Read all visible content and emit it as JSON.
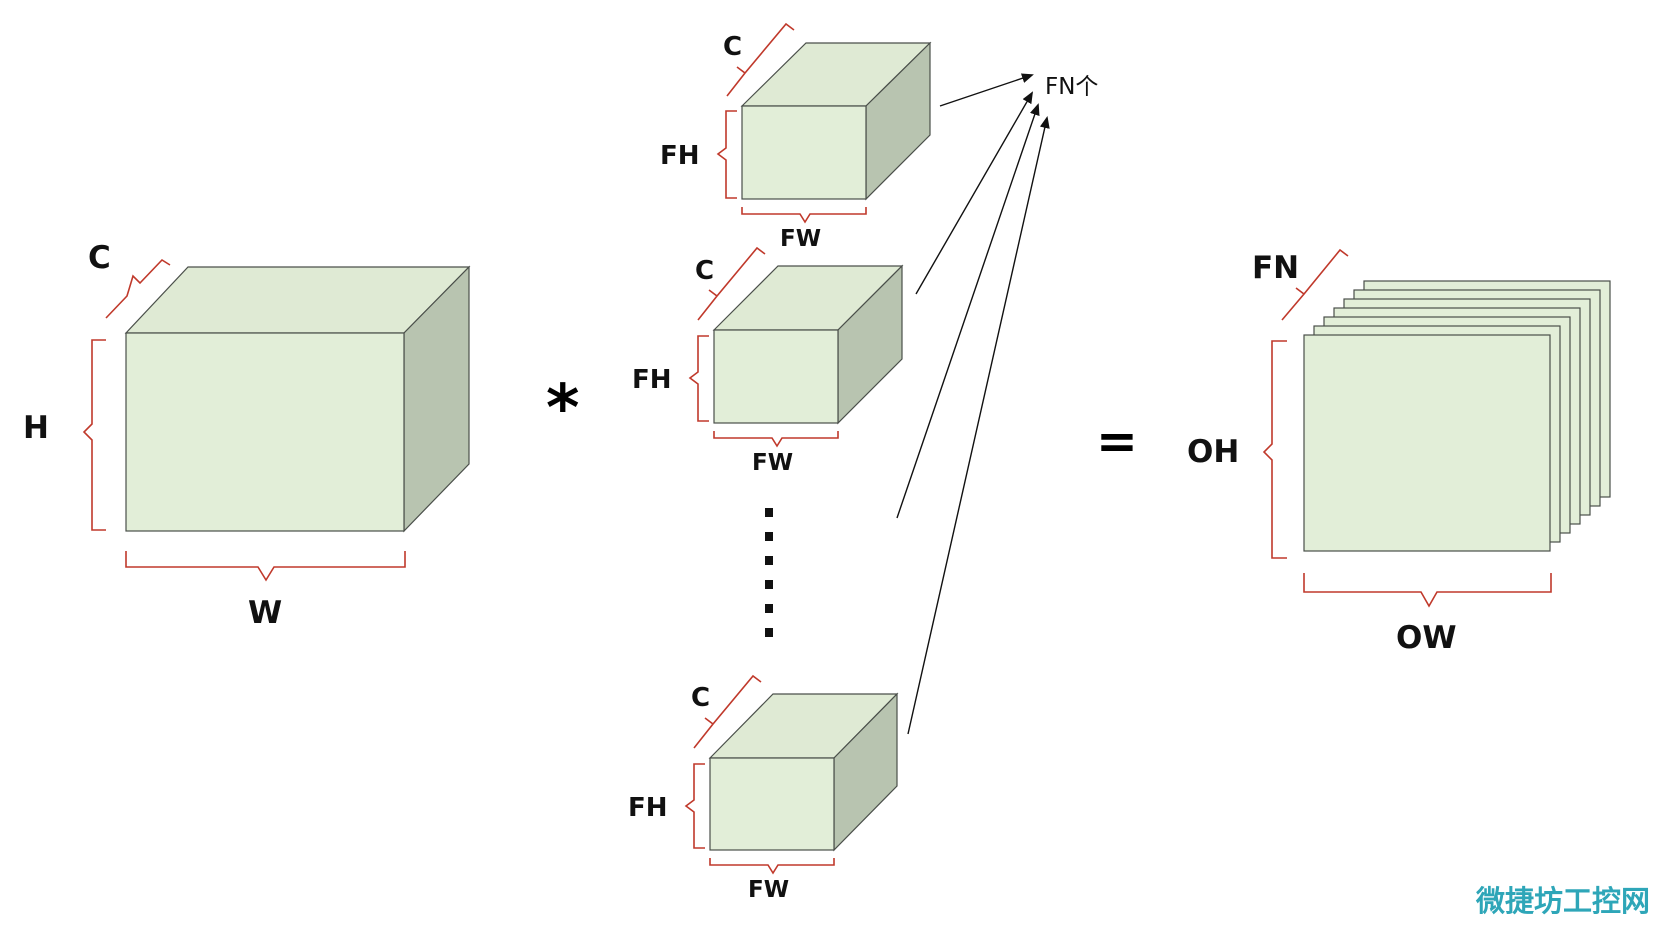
{
  "colors": {
    "front": "#e2eed8",
    "top": "#dfead4",
    "side": "#b8c4b0",
    "brace": "#c0392b",
    "arrow": "#111111",
    "watermark": "#2ea6b8"
  },
  "input": {
    "c_label": "C",
    "h_label": "H",
    "w_label": "W"
  },
  "operator_conv": "*",
  "filters": [
    {
      "c_label": "C",
      "fh_label": "FH",
      "fw_label": "FW"
    },
    {
      "c_label": "C",
      "fh_label": "FH",
      "fw_label": "FW"
    },
    {
      "c_label": "C",
      "fh_label": "FH",
      "fw_label": "FW"
    }
  ],
  "ellipsis_dots": 6,
  "fn_count_label": "FN个",
  "operator_equals": "=",
  "output": {
    "fn_label": "FN",
    "oh_label": "OH",
    "ow_label": "OW",
    "stack_layers": 7
  },
  "watermark": "微捷坊工控网"
}
